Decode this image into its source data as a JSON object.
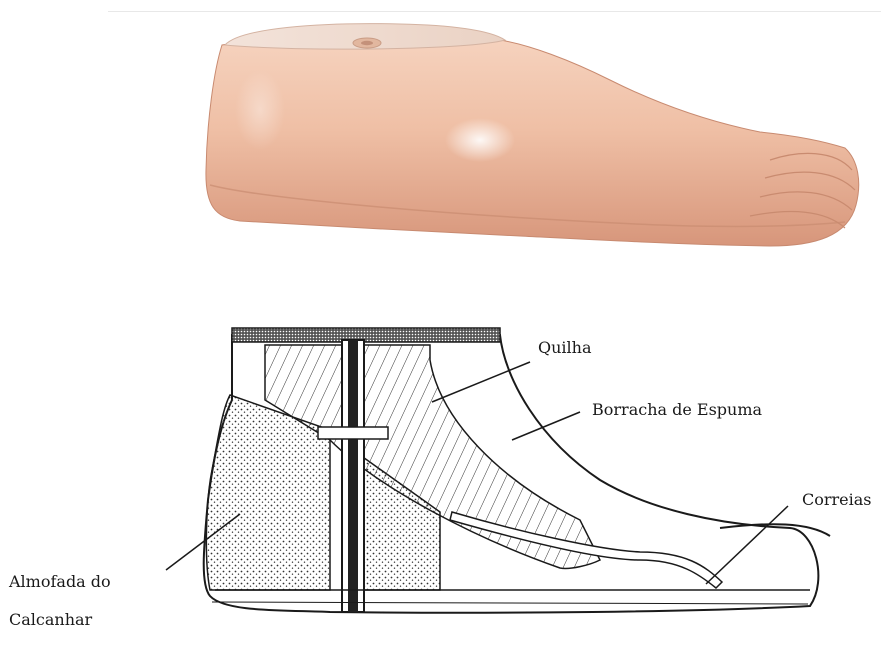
{
  "labels": {
    "keel": "Quilha",
    "foam_rubber": "Borracha de Espuma",
    "straps": "Correias",
    "heel_cushion_line1": "Almofada do",
    "heel_cushion_line2": "Calcanhar"
  },
  "colors": {
    "skin": "#efbfa5",
    "skin_shadow": "#d9967a",
    "ink": "#1a1a1a"
  }
}
